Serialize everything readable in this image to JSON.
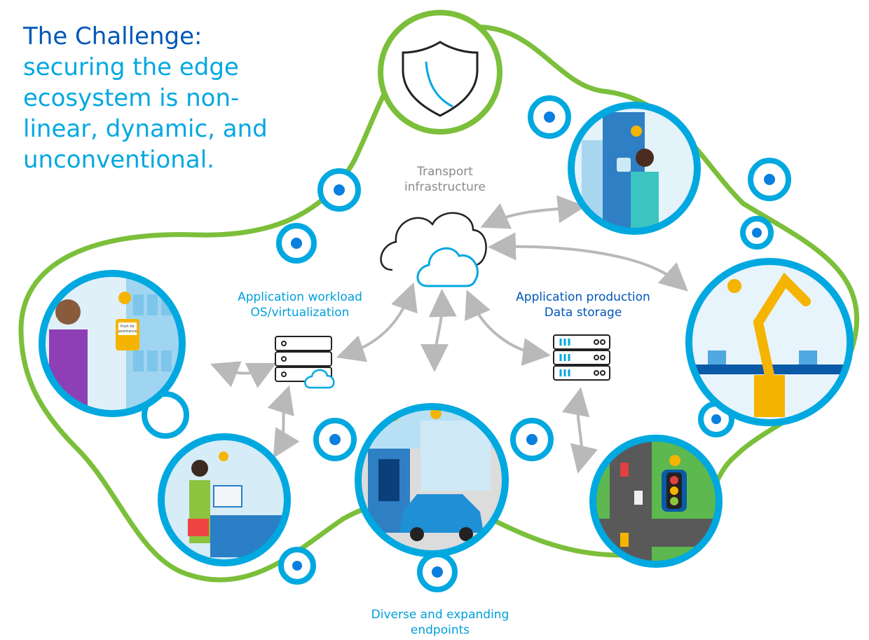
{
  "title": {
    "line1": "The Challenge:",
    "line2": "securing the edge ecosystem is non-linear, dynamic, and unconventional."
  },
  "labels": {
    "transport": [
      "Transport",
      "infrastructure"
    ],
    "workload": [
      "Application workload",
      "OS/virtualization"
    ],
    "production": [
      "Application production",
      "Data storage"
    ],
    "endpoints": [
      "Diverse and expanding",
      "endpoints"
    ]
  },
  "scenes": {
    "retail_sign": [
      "Push for",
      "assistance"
    ]
  },
  "colors": {
    "loop_green": "#7bbf3a",
    "ring_blue": "#00a8e0",
    "dot_blue": "#0a7fe0",
    "arrow_gray": "#b9b9b9",
    "title_navy": "#0057b8",
    "title_cyan": "#00a8e0"
  },
  "icons": [
    "shield-icon",
    "cloud-icon",
    "server-cloud-icon",
    "storage-server-icon",
    "wifi-sensor-icon",
    "traffic-light-icon"
  ]
}
